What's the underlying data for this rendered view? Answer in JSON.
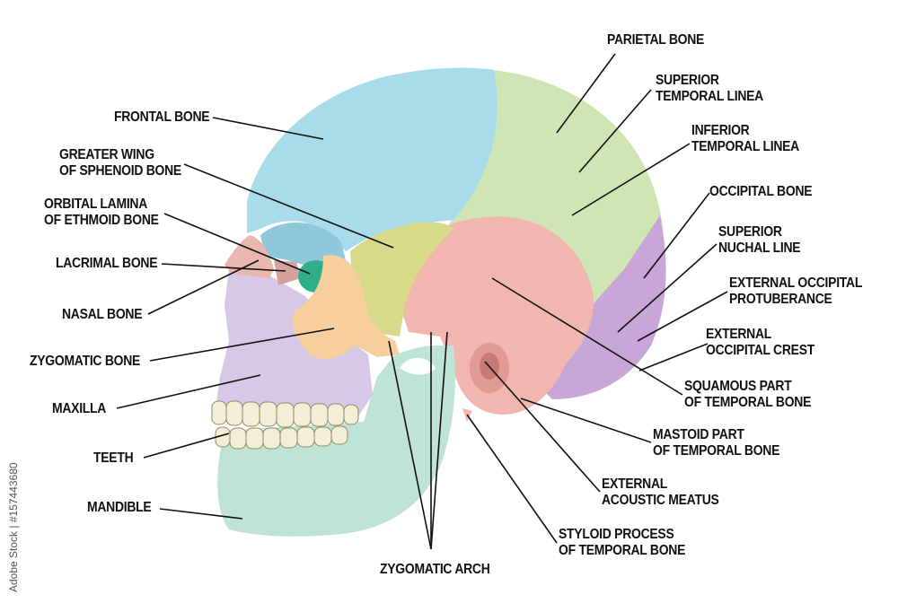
{
  "labels": {
    "frontal_bone": "FRONTAL BONE",
    "greater_wing_1": "GREATER WING",
    "greater_wing_2": "OF SPHENOID BONE",
    "orbital_lamina_1": "ORBITAL LAMINA",
    "orbital_lamina_2": "OF ETHMOID BONE",
    "lacrimal_bone": "LACRIMAL BONE",
    "nasal_bone": "NASAL BONE",
    "zygomatic_bone": "ZYGOMATIC BONE",
    "maxilla": "MAXILLA",
    "teeth": "TEETH",
    "mandible": "MANDIBLE",
    "zygomatic_arch": "ZYGOMATIC ARCH",
    "parietal_bone": "PARIETAL BONE",
    "superior_temporal_1": "SUPERIOR",
    "superior_temporal_2": "TEMPORAL LINEA",
    "inferior_temporal_1": "INFERIOR",
    "inferior_temporal_2": "TEMPORAL LINEA",
    "occipital_bone": "OCCIPITAL BONE",
    "superior_nuchal_1": "SUPERIOR",
    "superior_nuchal_2": "NUCHAL LINE",
    "ext_occ_protuberance_1": "EXTERNAL OCCIPITAL",
    "ext_occ_protuberance_2": "PROTUBERANCE",
    "ext_occ_crest_1": "EXTERNAL",
    "ext_occ_crest_2": "OCCIPITAL CREST",
    "squamous_1": "SQUAMOUS PART",
    "squamous_2": "OF TEMPORAL BONE",
    "mastoid_1": "MASTOID PART",
    "mastoid_2": "OF TEMPORAL BONE",
    "acoustic_1": "EXTERNAL",
    "acoustic_2": "ACOUSTIC MEATUS",
    "styloid_1": "STYLOID PROCESS",
    "styloid_2": "OF TEMPORAL BONE"
  },
  "side_text": "Adobe Stock | #157443680",
  "watermark": "Adobe Stock",
  "colors": {
    "frontal": "#a9dcea",
    "parietal": "#cfe5b4",
    "occipital": "#c9a6d8",
    "temporal": "#f2b6b0",
    "sphenoid": "#d9d98a",
    "zygomatic": "#f7cf9c",
    "maxilla": "#d6c8e6",
    "mandible": "#bfe3d4",
    "nasal": "#e8b7b0",
    "ethmoid": "#2fae8a",
    "teeth": "#f2efd6",
    "line": "#111111"
  }
}
